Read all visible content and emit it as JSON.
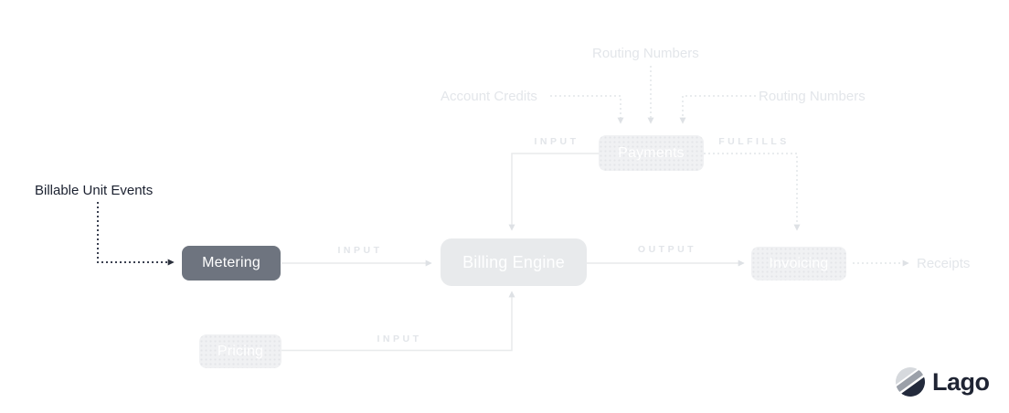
{
  "colors": {
    "background": "#ffffff",
    "active_node_bg": "#6E747F",
    "dim_node_bg": "#F0F1F3",
    "dim_node_dots": "#E3E5E8",
    "central_node_bg": "#E8EAEC",
    "node_text": "#FFFFFF",
    "faint_label_text": "#E3E6EA",
    "dark_label_text": "#1B2130",
    "edge_light": "#E8EAEC",
    "edge_light_dotted": "#E2E5E8",
    "edge_dark_dotted": "#3A4050",
    "logo_text_color": "#1F2433"
  },
  "diagram": {
    "annotations": {
      "billable_unit_events": "Billable Unit Events",
      "account_credits": "Account Credits",
      "routing_numbers_top": "Routing Numbers",
      "routing_numbers_right": "Routing Numbers",
      "receipts": "Receipts"
    },
    "nodes": {
      "metering": {
        "label": "Metering",
        "state": "active"
      },
      "billing_engine": {
        "label": "Billing Engine",
        "state": "dimmed"
      },
      "pricing": {
        "label": "Pricing",
        "state": "dimmed"
      },
      "payments": {
        "label": "Payments",
        "state": "dimmed"
      },
      "invoicing": {
        "label": "Invoicing",
        "state": "dimmed"
      }
    },
    "edge_labels": {
      "input_metering": "INPUT",
      "input_payments": "INPUT",
      "input_pricing": "INPUT",
      "output": "OUTPUT",
      "fulfills": "FULFILLS"
    }
  },
  "logo": {
    "name": "Lago"
  }
}
